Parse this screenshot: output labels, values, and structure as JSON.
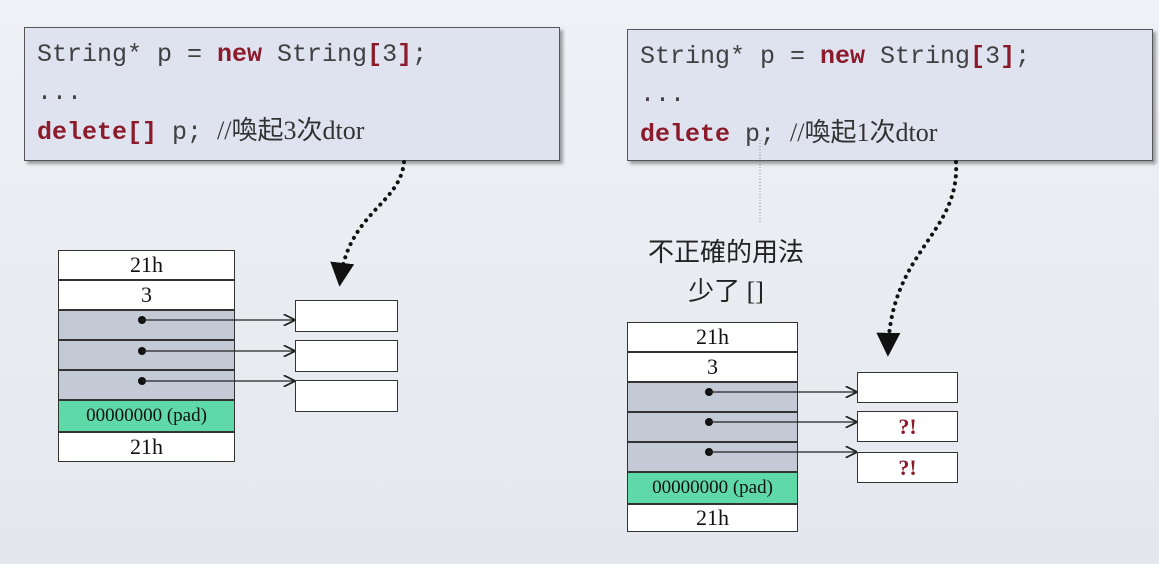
{
  "left": {
    "code": {
      "line1": [
        "String* p = ",
        "new",
        " String",
        "[",
        "3",
        "]",
        ";"
      ],
      "line2": "...",
      "line3_kw": "delete[]",
      "line3_rest": " p; ",
      "line3_comment": "//喚起3次dtor"
    },
    "memory": [
      "21h",
      "3",
      "",
      "",
      "",
      "00000000 (pad)",
      "21h"
    ],
    "objects": [
      "",
      "",
      ""
    ]
  },
  "right": {
    "code": {
      "line1": [
        "String* p = ",
        "new",
        " String",
        "[",
        "3",
        "]",
        ";"
      ],
      "line2": "...",
      "line3_kw": "delete",
      "line3_rest": " p; ",
      "line3_comment": "//喚起1次dtor"
    },
    "note_line1": "不正確的用法",
    "note_line2": "少了 []",
    "memory": [
      "21h",
      "3",
      "",
      "",
      "",
      "00000000 (pad)",
      "21h"
    ],
    "objects": [
      "",
      "?!",
      "?!"
    ]
  },
  "colors": {
    "keyword": "#8b1a2b",
    "pointer_cell": "#c3cad6",
    "pad_cell": "#5fd9a8",
    "code_bg": "#dfe3f0"
  }
}
